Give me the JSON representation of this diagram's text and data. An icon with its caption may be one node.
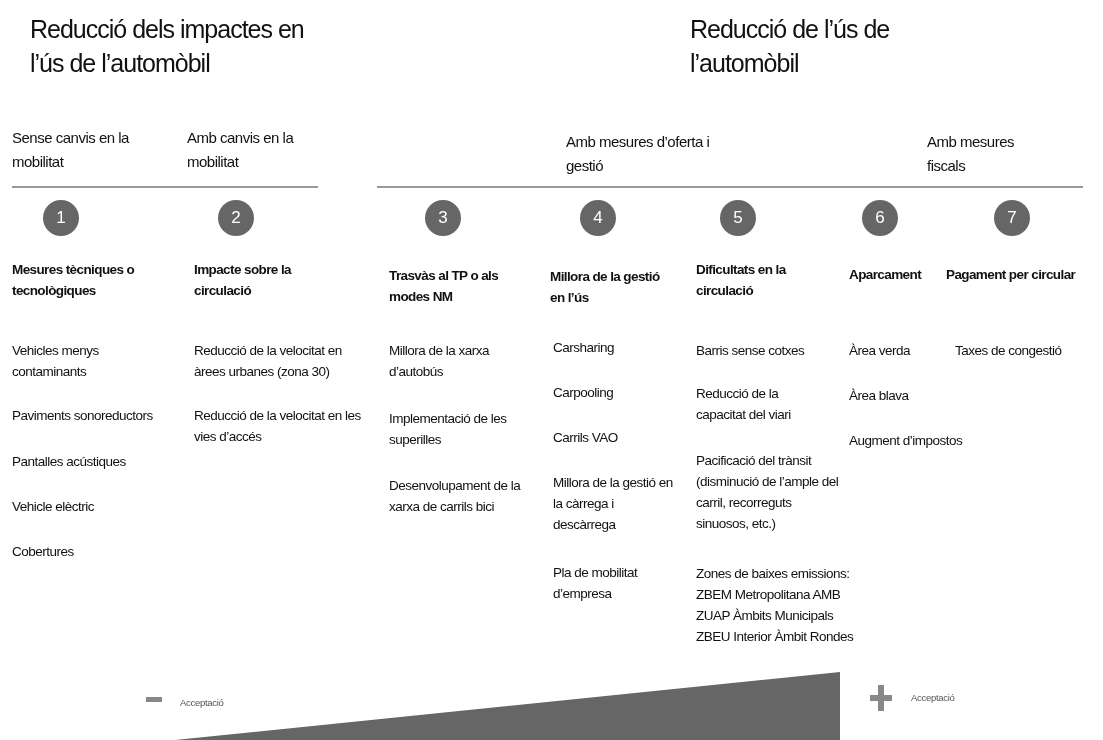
{
  "diagram": {
    "nodes": [
      {
        "text": [
          "1"
        ]
      },
      {
        "text": [
          "2"
        ]
      },
      {
        "text": [
          "3"
        ]
      },
      {
        "text": [
          "4"
        ]
      },
      {
        "text": [
          "5"
        ]
      },
      {
        "text": [
          "6"
        ]
      },
      {
        "text": [
          "7"
        ]
      }
    ],
    "edges": [],
    "labels": [
      "Reducció dels impactes en l’ús de l’automòbil",
      "Reducció de l’ús de l’automòbil",
      "Sense canvis en la mobilitat",
      "Amb canvis en la mobilitat",
      "Amb mesures d’oferta i gestió",
      "Amb mesures fiscals",
      "Mesures tècniques o tecnològiques",
      "Impacte sobre la circulació",
      "Trasvàs al TP o als modes NM",
      "Millora de la gestió en l’ús",
      "Dificultats en la circulació",
      "Aparcament",
      "Pagament per circular",
      "Vehicles menys contaminants",
      "Paviments sonoreductors",
      "Pantalles acústiques",
      "Vehicle elèctric",
      "Cobertures",
      "Reducció de la velocitat en àrees urbanes (zona 30)",
      "Reducció de la velocitat en les vies d’accés",
      "Millora de la xarxa d’autobús",
      "Implementació de les superilles",
      "Desenvolupament de la xarxa de carrils bici",
      "Carsharing",
      "Carpooling",
      "Carrils VAO",
      "Millora de la gestió en la càrrega i descàrrega",
      "Pla de mobilitat d’empresa",
      "Barris sense cotxes",
      "Reducció de la capacitat del viari",
      "Pacificació del trànsit (disminució de l’ample del carril, recorreguts sinuosos, etc.)",
      "Zones de baixes emissions:",
      "ZBEM Metropolitana AMB",
      "ZUAP Àmbits Municipals",
      "ZBEU Interior Àmbit Rondes",
      "Àrea verda",
      "Àrea blava",
      "Augment d’impostos",
      "Taxes de congestió",
      "Acceptació",
      "Acceptació"
    ]
  }
}
